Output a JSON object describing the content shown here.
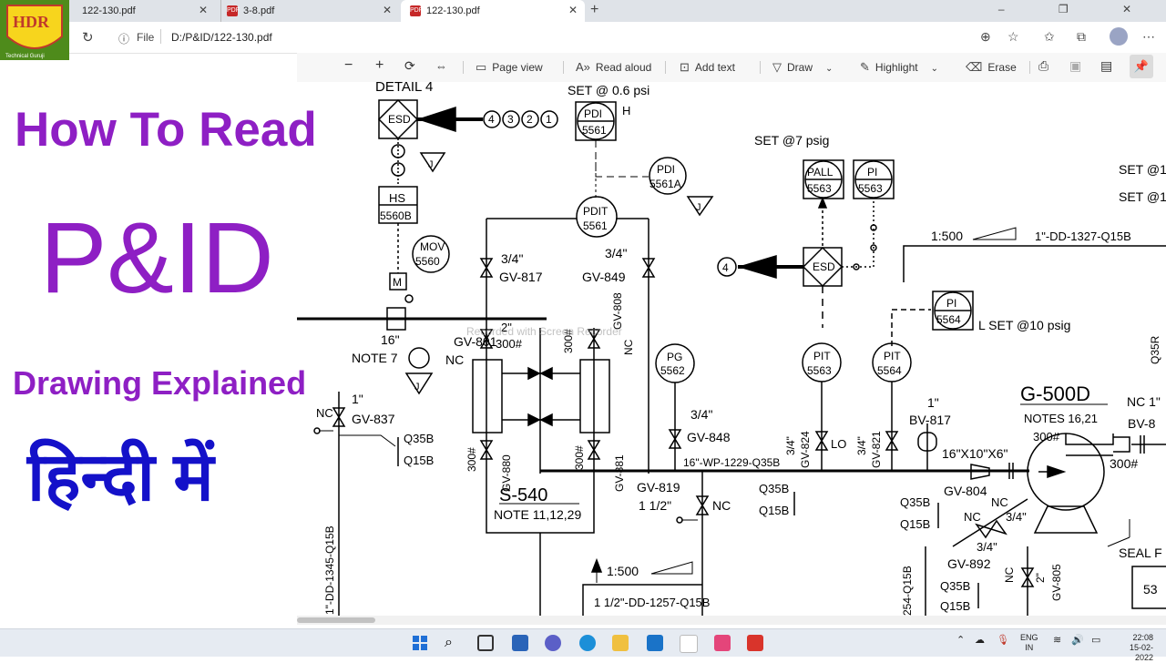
{
  "tabs": [
    {
      "label": "122-130.pdf"
    },
    {
      "label": "3-8.pdf"
    },
    {
      "label": "122-130.pdf"
    }
  ],
  "address": {
    "info_label": "File",
    "url": "D:/P&ID/122-130.pdf"
  },
  "pdf_toolbar": {
    "page_view": "Page view",
    "read_aloud": "Read aloud",
    "add_text": "Add text",
    "draw": "Draw",
    "highlight": "Highlight",
    "erase": "Erase"
  },
  "overlay": {
    "logo_text": "HDR",
    "logo_sub": "Technical Guruji",
    "line1": "How To Read",
    "line2": "P&ID",
    "line3": "Drawing Explained",
    "line4": "हिन्दी में",
    "watermark": "Recorded with Screen Recorder",
    "colors": {
      "purple": "#8e1fc4",
      "blue": "#1411c9"
    }
  },
  "drawing": {
    "detail": "DETAIL 4",
    "set_06": "SET @ 0.6 psi",
    "set_7": "SET @7 psig",
    "set_r1": "SET @1",
    "set_r2": "SET @1",
    "esd": "ESD",
    "bubbles_4321": [
      "4",
      "3",
      "2",
      "1"
    ],
    "j": "J",
    "pdi_tag": "PDI",
    "pdi_num": "5561",
    "h": "H",
    "pdi_a_tag": "PDI",
    "pdi_a_num": "5561A",
    "hs_tag": "HS",
    "hs_num": "5560B",
    "mov_tag": "MOV",
    "mov_num": "5560",
    "m": "M",
    "pdit_tag": "PDIT",
    "pdit_num": "5561",
    "size_34": "3/4\"",
    "gv817": "GV-817",
    "gv849": "GV-849",
    "pall_tag": "PALL",
    "pall_num": "5563",
    "pi_tag": "PI",
    "pi_num": "5563",
    "esd2": "ESD",
    "bubble4": "4",
    "ratio_1500": "1:500",
    "line_1327": "1\"-DD-1327-Q15B",
    "pi2_tag": "PI",
    "pi2_num": "5564",
    "l_set": "L  SET @10 psig",
    "size_16": "16\"",
    "note7": "NOTE 7",
    "size_2": "2\"",
    "gv801": "GV-801",
    "r300": "300#",
    "nc": "NC",
    "gv808": "GV-808",
    "pg_tag": "PG",
    "pg_num": "5562",
    "pit1_tag": "PIT",
    "pit1_num": "5563",
    "pit2_tag": "PIT",
    "pit2_num": "5564",
    "g500": "G-500D",
    "notes1621": "NOTES 16,21",
    "nc1": "NC  1\"",
    "bv8": "BV-8",
    "q35r": "Q35R",
    "size_1": "1\"",
    "gv837": "GV-837",
    "q35b": "Q35B",
    "q15b": "Q15B",
    "gv848": "GV-848",
    "gv824": "GV-824",
    "lo": "LO",
    "gv821": "GV-821",
    "bv817": "BV-817",
    "reducer": "16\"X10\"X6\"",
    "gv880": "GV-880",
    "gv881": "GV-881",
    "line_1229": "16\"-WP-1229-Q35B",
    "s540": "S-540",
    "note1112": "NOTE 11,12,29",
    "gv819": "GV-819",
    "size_112": "1 1/2\"",
    "gv804": "GV-804",
    "gv892": "GV-892",
    "gv805": "GV-805",
    "seal": "SEAL F",
    "num53": "53",
    "ratio2": "1:500",
    "line_1257": "1 1/2\"-DD-1257-Q15B",
    "line_1345": "1\"-DD-1345-Q15B",
    "line_254": "254-Q15B"
  },
  "taskbar": {
    "lang1": "ENG",
    "lang2": "IN",
    "time": "22:08",
    "date": "15-02-2022"
  }
}
